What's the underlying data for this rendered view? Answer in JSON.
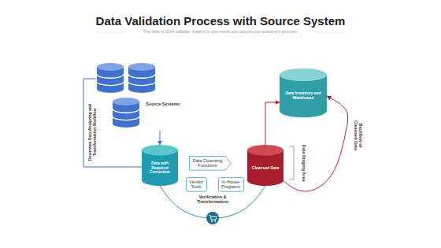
{
  "diagram": {
    "title": "Data Validation Process with Source System",
    "nodes": [
      {
        "text": [
          "Source Systems"
        ]
      },
      {
        "text": [
          "Data with Required Correction"
        ]
      },
      {
        "text": [
          "Data Cleansing Functions"
        ]
      },
      {
        "text": [
          "Vendor Tools"
        ]
      },
      {
        "text": [
          "In-House Programs"
        ]
      },
      {
        "text": [
          "Cleansed Data"
        ]
      },
      {
        "text": [
          "Data Inventory and Warehouse"
        ]
      }
    ],
    "edges": [
      {
        "from": 0,
        "to": 1,
        "arrow": "to"
      },
      {
        "from": 0,
        "to": 1,
        "label": "Determine Data Analyzing and Transformation Workflow",
        "arrow": "none"
      },
      {
        "from": 5,
        "to": 6,
        "arrow": "to"
      },
      {
        "from": 1,
        "to": 5,
        "label": "Verification & Transformation",
        "arrow": "none"
      },
      {
        "from": 5,
        "to": 6,
        "label": "Backflow of Cleansed Data",
        "arrow": "to"
      }
    ],
    "labels": [
      "This slide is 100% editable. Adapt it to your needs and capture your audience's attention.",
      "Data Staging Area"
    ]
  }
}
